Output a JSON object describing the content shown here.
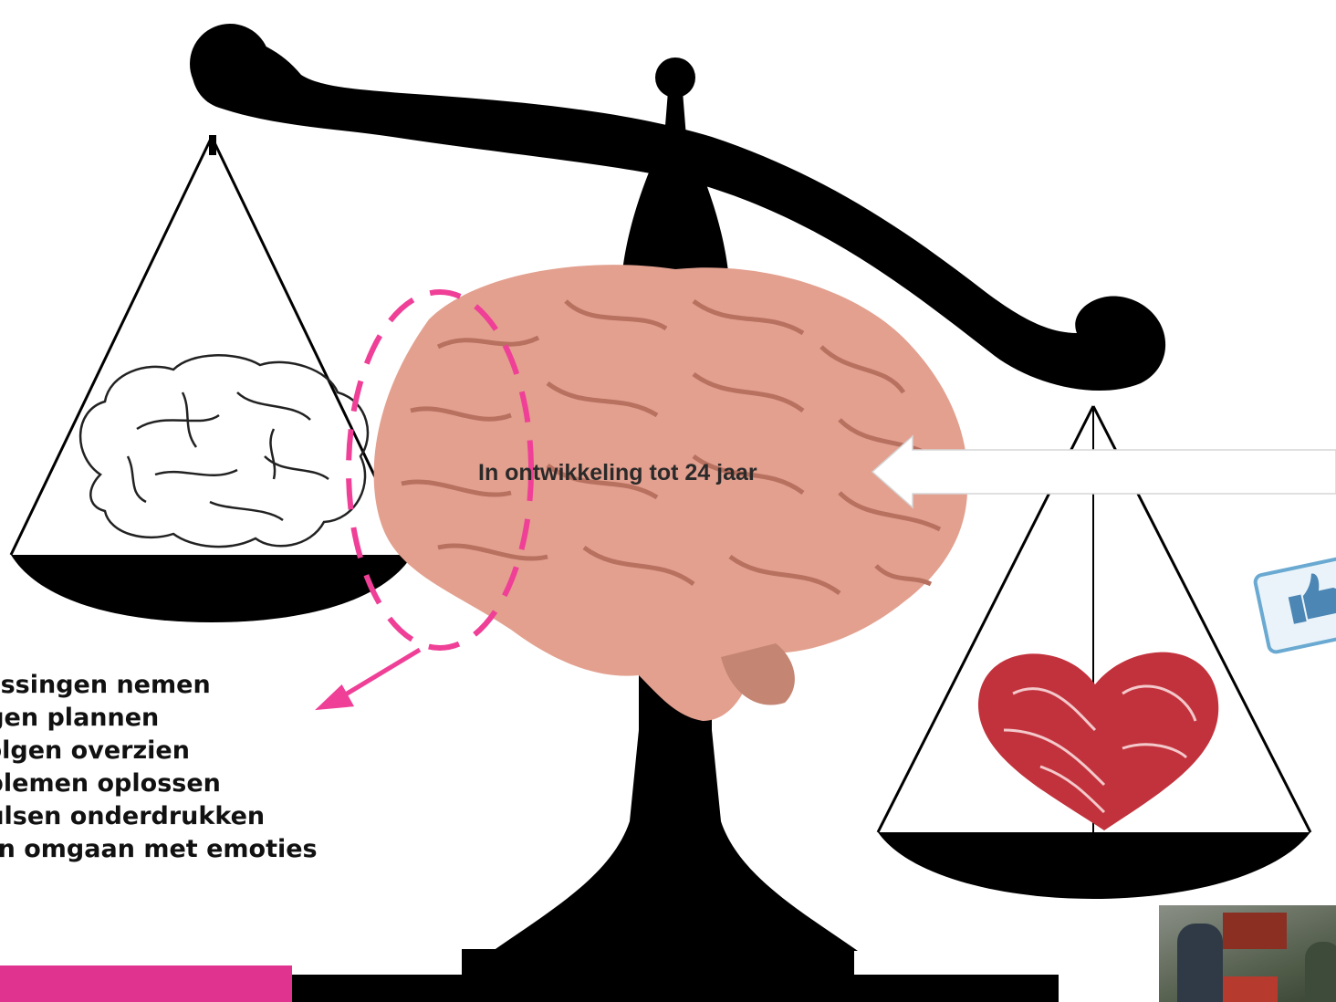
{
  "callout": {
    "text": "In ontwikkeling tot 24 jaar"
  },
  "functions": [
    "slissingen nemen",
    "ngen plannen",
    "volgen overzien",
    "oblemen oplossen",
    "pulsen onderdrukken",
    "ren omgaan met emoties"
  ],
  "colors": {
    "scale": "#000000",
    "highlight": "#ef3f97",
    "brain": "#e3a08f",
    "heart": "#b81f2c",
    "pink_shape": "#e0338f"
  },
  "icons": {
    "outline_brain": "brain-outline-icon",
    "real_brain": "brain-photo",
    "heart": "fingerprint-heart-icon",
    "like": "thumbs-up-icon"
  }
}
